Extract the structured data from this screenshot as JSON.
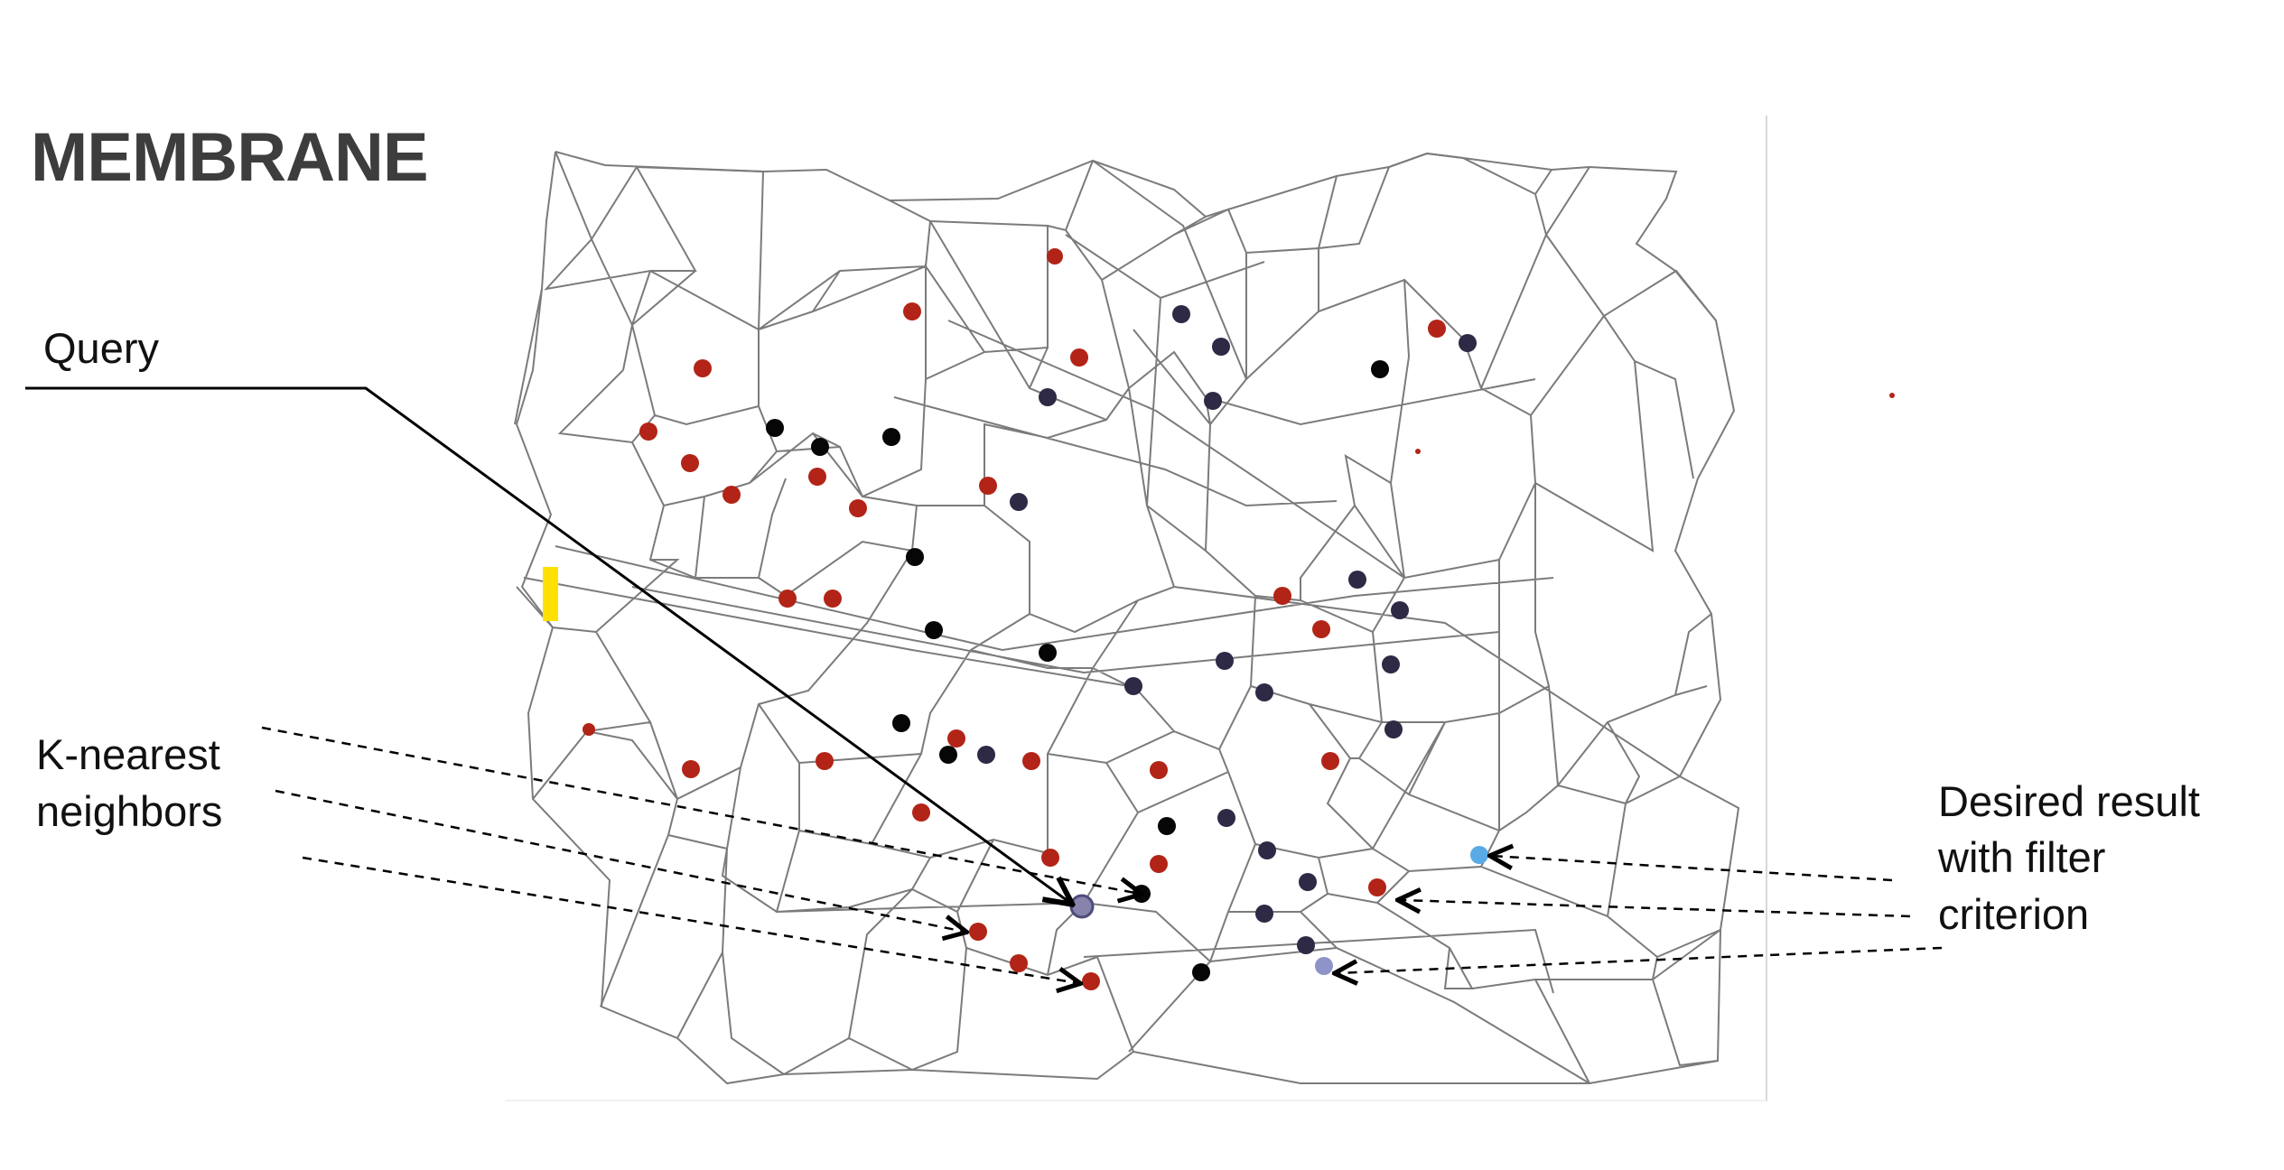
{
  "title": "MEMBRANE",
  "labels": {
    "query": "Query",
    "knn": [
      "K-nearest",
      "neighbors"
    ],
    "desired": [
      "Desired result",
      "with filter",
      "criterion"
    ]
  },
  "colors": {
    "title": "#3d3d3d",
    "mesh": "#7b7b7b",
    "red_node": "#b22417",
    "black_node": "#060606",
    "navy_node": "#2e2944",
    "query_node": "#8683ad",
    "blue_result": "#5aaae6",
    "lavender_result": "#8e94c7",
    "highlight": "#ffe000",
    "arrow": "#000000"
  },
  "legend_markers": [
    "red-node",
    "black-node",
    "navy-node",
    "query-node",
    "blue-result-node",
    "lavender-result-node"
  ]
}
